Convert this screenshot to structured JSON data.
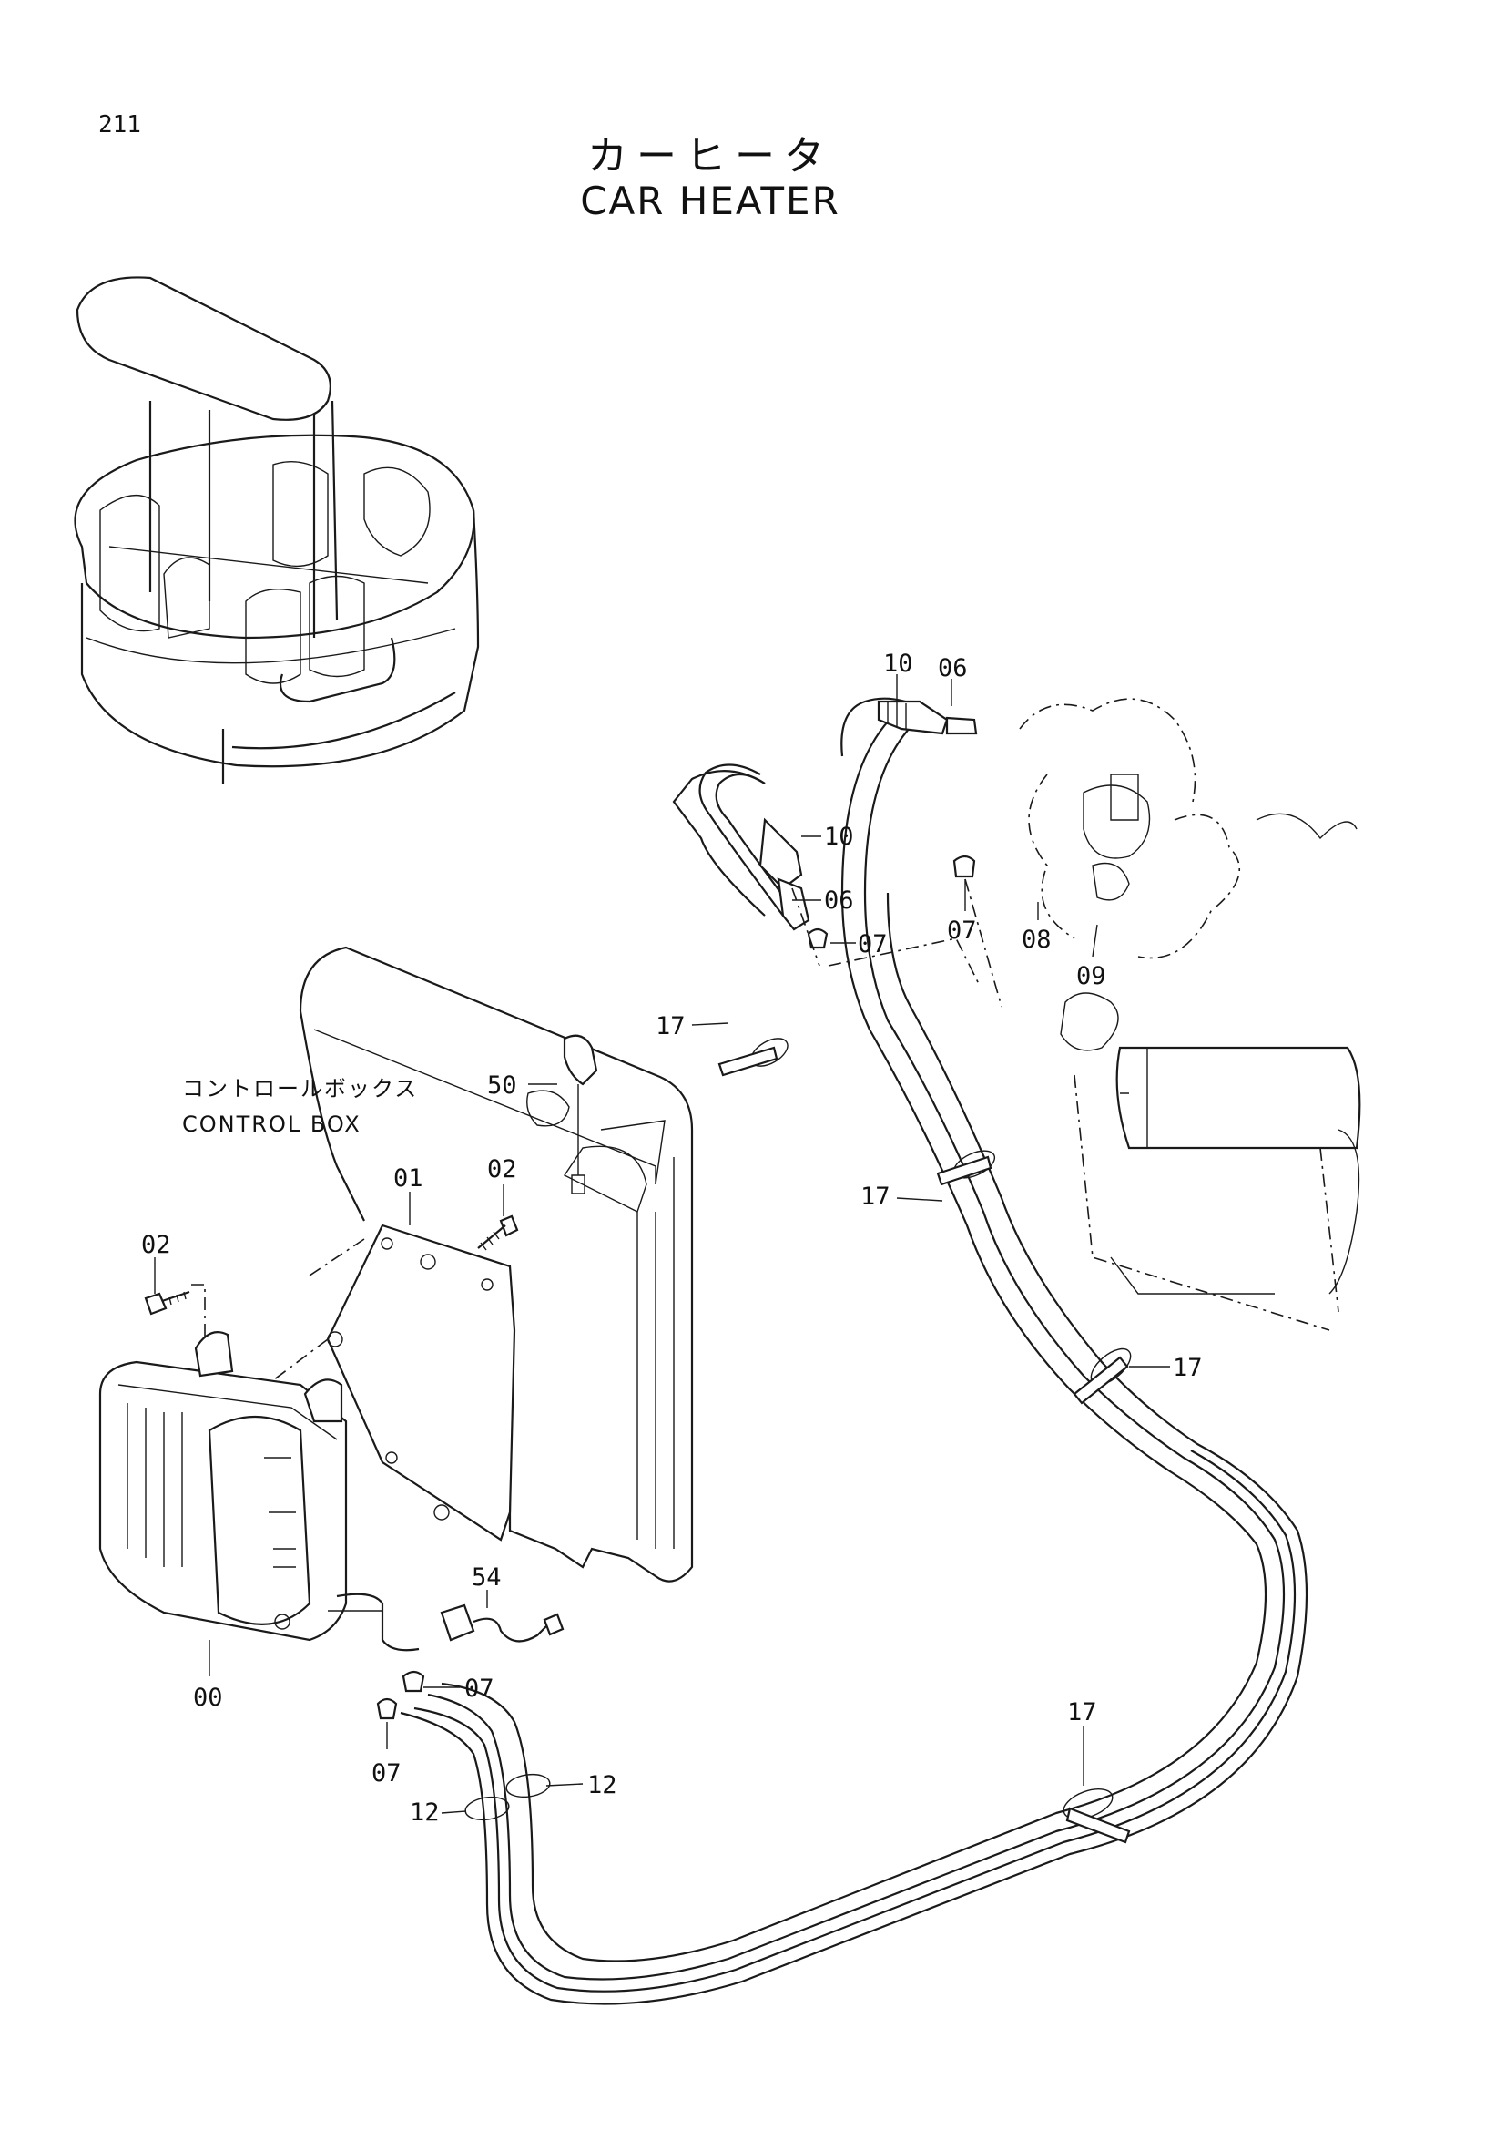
{
  "page": {
    "number": "211",
    "title_ja": "カーヒータ",
    "title_en": "CAR HEATER"
  },
  "labels": {
    "control_box_ja": "コントロールボックス",
    "control_box_en": "CONTROL BOX"
  },
  "callouts": [
    {
      "id": "c-10-top",
      "text": "10"
    },
    {
      "id": "c-06-top",
      "text": "06"
    },
    {
      "id": "c-10-mid",
      "text": "10"
    },
    {
      "id": "c-06-mid",
      "text": "06"
    },
    {
      "id": "c-07-mid",
      "text": "07"
    },
    {
      "id": "c-07-engine",
      "text": "07"
    },
    {
      "id": "c-08",
      "text": "08"
    },
    {
      "id": "c-09",
      "text": "09"
    },
    {
      "id": "c-17-a",
      "text": "17"
    },
    {
      "id": "c-50",
      "text": "50"
    },
    {
      "id": "c-01",
      "text": "01"
    },
    {
      "id": "c-02-right",
      "text": "02"
    },
    {
      "id": "c-02-left",
      "text": "02"
    },
    {
      "id": "c-17-b",
      "text": "17"
    },
    {
      "id": "c-17-c",
      "text": "17"
    },
    {
      "id": "c-54",
      "text": "54"
    },
    {
      "id": "c-07-lower",
      "text": "07"
    },
    {
      "id": "c-00",
      "text": "00"
    },
    {
      "id": "c-07-bottom",
      "text": "07"
    },
    {
      "id": "c-12-right",
      "text": "12"
    },
    {
      "id": "c-12-left",
      "text": "12"
    },
    {
      "id": "c-17-d",
      "text": "17"
    }
  ]
}
